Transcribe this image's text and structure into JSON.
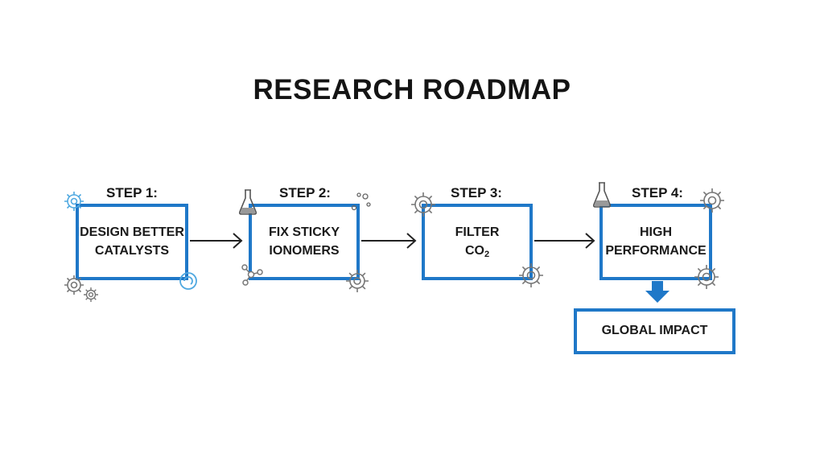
{
  "title": "RESEARCH ROADMAP",
  "colors": {
    "box_border": "#1f78c8",
    "arrow": "#222222",
    "icon": "#777777",
    "accent_icon": "#4fa8e0"
  },
  "steps": [
    {
      "label": "STEP 1:",
      "lines": [
        "DESIGN BETTER",
        "CATALYSTS"
      ]
    },
    {
      "label": "STEP 2:",
      "lines": [
        "FIX STICKY",
        "IONOMERS"
      ]
    },
    {
      "label": "STEP 3:",
      "lines": [
        "FILTER",
        "CO",
        "2"
      ]
    },
    {
      "label": "STEP 4:",
      "lines": [
        "HIGH",
        "PERFORMANCE"
      ]
    }
  ],
  "outcome": {
    "label": "GLOBAL IMPACT"
  },
  "icons": [
    "gear-icon",
    "flask-icon",
    "molecule-icon",
    "bubbles-icon"
  ]
}
